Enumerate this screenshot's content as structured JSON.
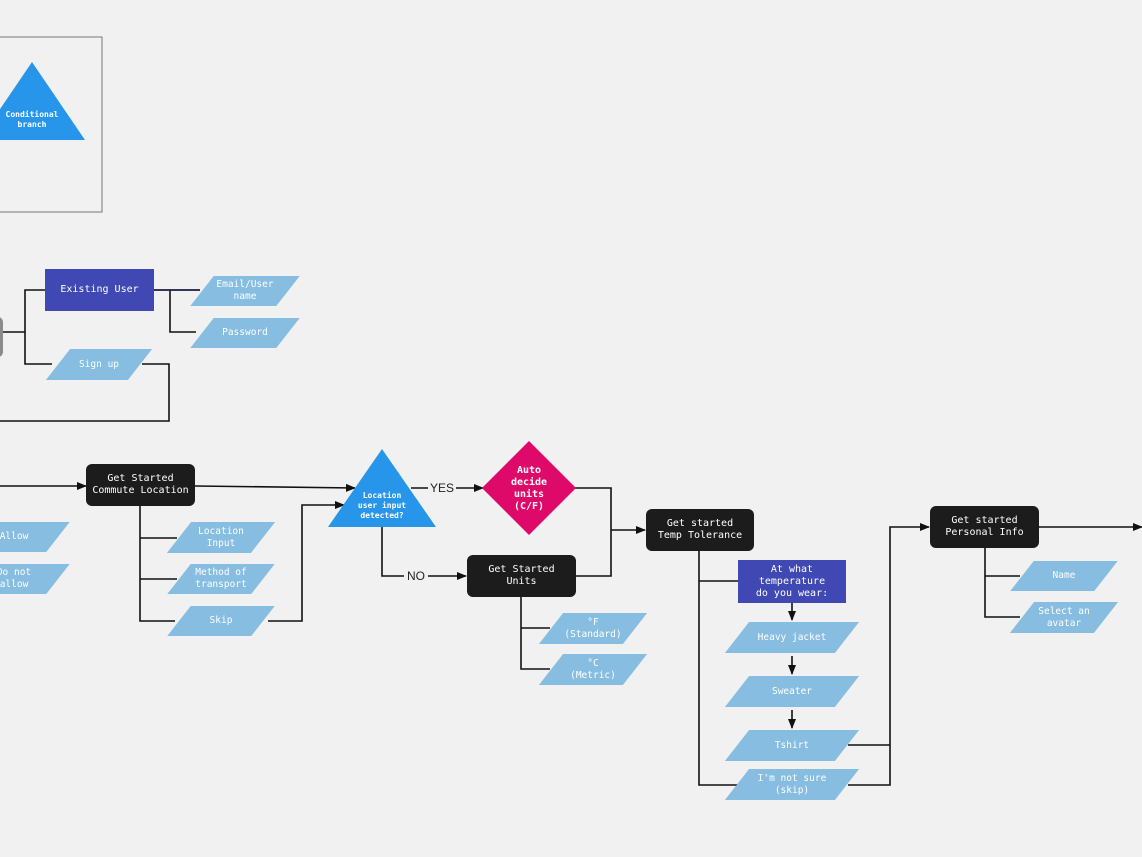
{
  "colors": {
    "background": "#f1f1f1",
    "process": "#1c1c1c",
    "question": "#3f48b3",
    "option": "#86bde0",
    "decision_triangle": "#2796ea",
    "decision_diamond": "#dd0a6a"
  },
  "legend": {
    "conditional_branch": "Conditional\nbranch"
  },
  "login": {
    "existing_user": "Existing User",
    "email": "Email/User\nname",
    "password": "Password",
    "signup": "Sign up"
  },
  "permissions": {
    "allow": "Allow",
    "do_not_allow": "Do not\nallow"
  },
  "commute": {
    "title": "Get Started\nCommute Location",
    "location_input": "Location\nInput",
    "method_transport": "Method of\ntransport",
    "skip": "Skip"
  },
  "decision": {
    "question": "Location\nuser input\ndetected?",
    "yes": "YES",
    "no": "NO",
    "auto": "Auto\ndecide\nunits\n(C/F)"
  },
  "units": {
    "title": "Get Started\nUnits",
    "fahrenheit": "°F\n(Standard)",
    "celsius": "°C\n(Metric)"
  },
  "temp": {
    "title": "Get started\nTemp Tolerance",
    "question": "At what temperature\ndo you wear:",
    "heavy_jacket": "Heavy jacket",
    "sweater": "Sweater",
    "tshirt": "Tshirt",
    "not_sure": "I'm not sure\n(skip)"
  },
  "personal": {
    "title": "Get started\nPersonal Info",
    "name": "Name",
    "avatar": "Select an\navatar"
  }
}
